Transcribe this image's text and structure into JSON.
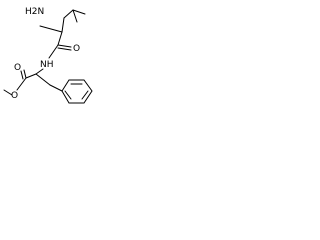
{
  "molecule": {
    "labels": {
      "h2n": "H2N",
      "carbonyl_o": "O",
      "nh": "NH",
      "ester_o_double": "O",
      "ester_o_single": "O"
    }
  }
}
